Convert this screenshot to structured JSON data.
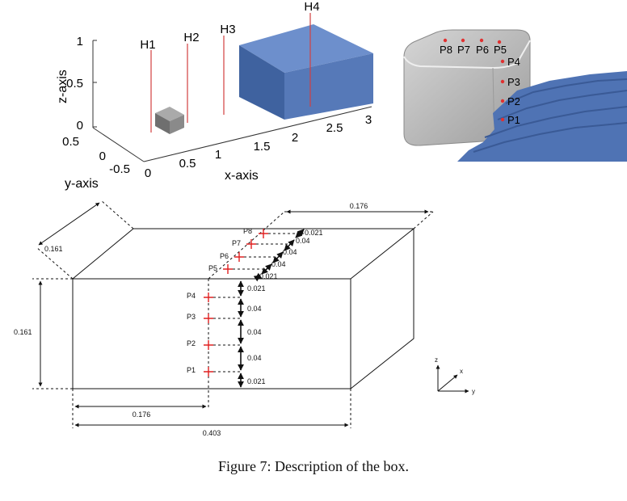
{
  "top_left_plot": {
    "axes": {
      "z_label": "z-axis",
      "y_label": "y-axis",
      "x_label": "x-axis",
      "z_ticks": [
        "1",
        "0.5",
        "0"
      ],
      "y_ticks": [
        "0.5",
        "0",
        "-0.5"
      ],
      "x_ticks": [
        "0",
        "0.5",
        "1",
        "1.5",
        "2",
        "2.5",
        "3"
      ]
    },
    "probes": [
      "H1",
      "H2",
      "H3",
      "H4"
    ],
    "colors": {
      "box": "#5b7fbf",
      "probe": "#d24040",
      "obstacle": "#888888"
    }
  },
  "top_right_render": {
    "points": [
      "P8",
      "P7",
      "P6",
      "P5",
      "P4",
      "P3",
      "P2",
      "P1"
    ],
    "colors": {
      "box": "#b8b8b8",
      "water": "#4f73b4",
      "point": "#e03030"
    }
  },
  "schematic": {
    "dims": {
      "top_depth": "0.176",
      "side_depth": "0.161",
      "height": "0.161",
      "front_left": "0.176",
      "total_length": "0.403"
    },
    "front_points": [
      "P4",
      "P3",
      "P2",
      "P1"
    ],
    "top_points": [
      "P8",
      "P7",
      "P6",
      "P5"
    ],
    "front_spacings": [
      "0.021",
      "0.04",
      "0.04",
      "0.04",
      "0.021"
    ],
    "top_spacings": [
      "0.021",
      "0.04",
      "0.04",
      "0.04",
      "0.021"
    ],
    "axes": [
      "z",
      "x",
      "y"
    ],
    "colors": {
      "marker": "#e02020",
      "line": "#111111"
    }
  },
  "caption": "Figure 7: Description of the box."
}
